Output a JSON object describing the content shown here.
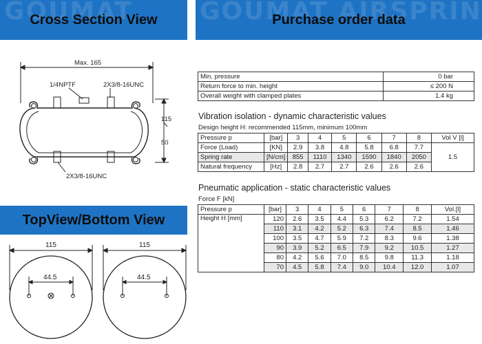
{
  "banners": {
    "cross_section": "Cross Section View",
    "purchase": "Purchase order data",
    "topview": "TopView/Bottom View",
    "watermark_left": "GOUMAT",
    "watermark_right": "GOUMAT AIRSPRING"
  },
  "cross_section": {
    "max_label": "Max. 165",
    "port_label": "1/4NPTF",
    "thread_top": "2X3/8-16UNC",
    "thread_bottom": "2X3/8-16UNC",
    "height_label": "115",
    "min_label": "50"
  },
  "top_views": {
    "left": {
      "diameter": "115",
      "spacing": "44.5"
    },
    "right": {
      "diameter": "115",
      "spacing": "44.5"
    }
  },
  "general": [
    {
      "label": "Min. pressure",
      "value": "0 bar"
    },
    {
      "label": "Return force to min. height",
      "value": "≤ 200 N"
    },
    {
      "label": "Overall weight with clamped plates",
      "value": "1.4 kg"
    }
  ],
  "vibration": {
    "title": "Vibration isolation - dynamic characteristic values",
    "subtitle": "Design height H: recommended 115mm, minimum 100mm",
    "header": {
      "label": "Pressure p",
      "unit": "[bar]",
      "cols": [
        "3",
        "4",
        "5",
        "6",
        "7",
        "8"
      ],
      "last": "Vol V [l]"
    },
    "rows": [
      {
        "label": "Force (Load)",
        "unit": "[KN]",
        "values": [
          "2.9",
          "3.8",
          "4.8",
          "5.8",
          "6.8",
          "7.7"
        ]
      },
      {
        "label": "Spring rate",
        "unit": "[N/cm]",
        "values": [
          "855",
          "1110",
          "1340",
          "1590",
          "1840",
          "2050"
        ]
      },
      {
        "label": "Natural frequency",
        "unit": "[Hz]",
        "values": [
          "2.8",
          "2.7",
          "2.7",
          "2.6",
          "2.6",
          "2.6"
        ]
      }
    ],
    "vol": "1.5"
  },
  "pneumatic": {
    "title": "Pneumatic application - static characteristic values",
    "subtitle": "Force F [kN]",
    "header": {
      "label": "Pressure p",
      "unit": "[bar]",
      "cols": [
        "3",
        "4",
        "5",
        "6",
        "7",
        "8"
      ],
      "last": "Vol.[l]"
    },
    "height_label": "Height H [mm]",
    "rows": [
      {
        "h": "120",
        "values": [
          "2.6",
          "3.5",
          "4.4",
          "5.3",
          "6.2",
          "7.2"
        ],
        "vol": "1.54"
      },
      {
        "h": "110",
        "values": [
          "3.1",
          "4.2",
          "5.2",
          "6.3",
          "7.4",
          "8.5"
        ],
        "vol": "1.46"
      },
      {
        "h": "100",
        "values": [
          "3.5",
          "4.7",
          "5.9",
          "7.2",
          "8.3",
          "9.6"
        ],
        "vol": "1.38"
      },
      {
        "h": "90",
        "values": [
          "3.9",
          "5.2",
          "6.5",
          "7.9",
          "9.2",
          "10.5"
        ],
        "vol": "1.27"
      },
      {
        "h": "80",
        "values": [
          "4.2",
          "5.6",
          "7.0",
          "8.5",
          "9.8",
          "11.3"
        ],
        "vol": "1.18"
      },
      {
        "h": "70",
        "values": [
          "4.5",
          "5.8",
          "7.4",
          "9.0",
          "10.4",
          "12.0"
        ],
        "vol": "1.07"
      }
    ]
  }
}
